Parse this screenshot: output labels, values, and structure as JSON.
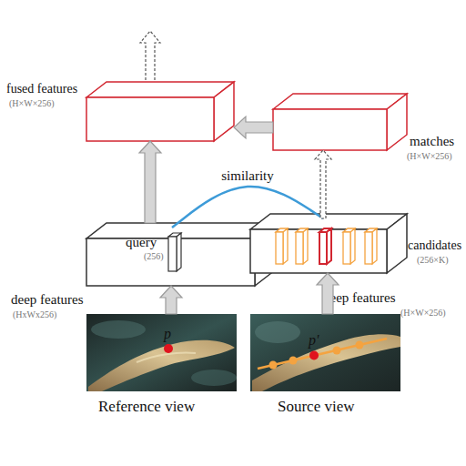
{
  "diagram": {
    "nodes": [
      {
        "text": [
          "fused features",
          "(H×W×256)"
        ]
      },
      {
        "text": [
          "matches",
          "(H×W×256)"
        ]
      },
      {
        "text": [
          "deep features",
          "(HxWx256)"
        ]
      },
      {
        "text": [
          "query",
          "(256)"
        ],
        "in": 2
      },
      {
        "text": [
          "deep features",
          "(H×W×256)"
        ]
      },
      {
        "text": [
          "candidates",
          "(256×K)"
        ],
        "in": 4
      },
      {
        "text": [
          "Reference view"
        ]
      },
      {
        "text": [
          "Source view"
        ]
      }
    ],
    "edges": [
      {
        "from": 2,
        "to": 0,
        "arrow": "to"
      },
      {
        "from": 1,
        "to": 0,
        "arrow": "to"
      },
      {
        "from": 3,
        "to": 5,
        "label": "similarity",
        "arrow": "none"
      },
      {
        "from": 5,
        "to": 1,
        "arrow": "to"
      },
      {
        "from": 6,
        "to": 2,
        "arrow": "to"
      },
      {
        "from": 7,
        "to": 4,
        "arrow": "to"
      }
    ],
    "labels": [
      "p",
      "p'"
    ]
  }
}
